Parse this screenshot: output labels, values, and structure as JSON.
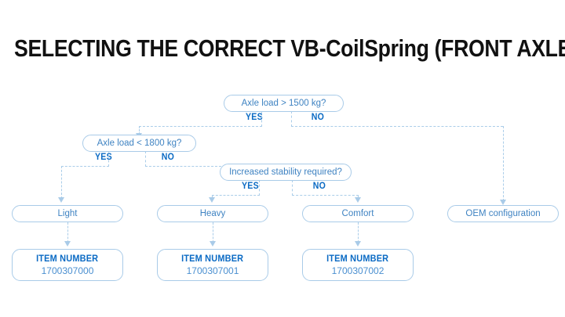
{
  "page": {
    "title": "SELECTING THE CORRECT VB-CoilSpring (FRONT AXLE)",
    "background_color": "#ffffff",
    "accent_color": "#0a6ac4",
    "line_color": "#aacde9",
    "node_text_color": "#3f83c2"
  },
  "labels": {
    "yes": "YES",
    "no": "NO",
    "item_number_heading": "ITEM NUMBER"
  },
  "decisions": [
    {
      "id": "axle-load-1500",
      "text": "Axle load > 1500 kg?"
    },
    {
      "id": "axle-load-1800",
      "text": "Axle load < 1800 kg?"
    },
    {
      "id": "increased-stability",
      "text": "Increased stability required?"
    }
  ],
  "results": [
    {
      "id": "light",
      "text": "Light"
    },
    {
      "id": "heavy",
      "text": "Heavy"
    },
    {
      "id": "comfort",
      "text": "Comfort"
    },
    {
      "id": "oem",
      "text": "OEM configuration"
    }
  ],
  "items": [
    {
      "id": "item-light",
      "heading": "ITEM NUMBER",
      "number": "1700307000"
    },
    {
      "id": "item-heavy",
      "heading": "ITEM NUMBER",
      "number": "1700307001"
    },
    {
      "id": "item-comfort",
      "heading": "ITEM NUMBER",
      "number": "1700307002"
    }
  ],
  "branches": [
    {
      "from": "axle-load-1500",
      "answer": "YES",
      "to": "axle-load-1800"
    },
    {
      "from": "axle-load-1500",
      "answer": "NO",
      "to": "oem"
    },
    {
      "from": "axle-load-1800",
      "answer": "YES",
      "to": "light"
    },
    {
      "from": "axle-load-1800",
      "answer": "NO",
      "to": "increased-stability"
    },
    {
      "from": "increased-stability",
      "answer": "YES",
      "to": "heavy"
    },
    {
      "from": "increased-stability",
      "answer": "NO",
      "to": "comfort"
    }
  ]
}
